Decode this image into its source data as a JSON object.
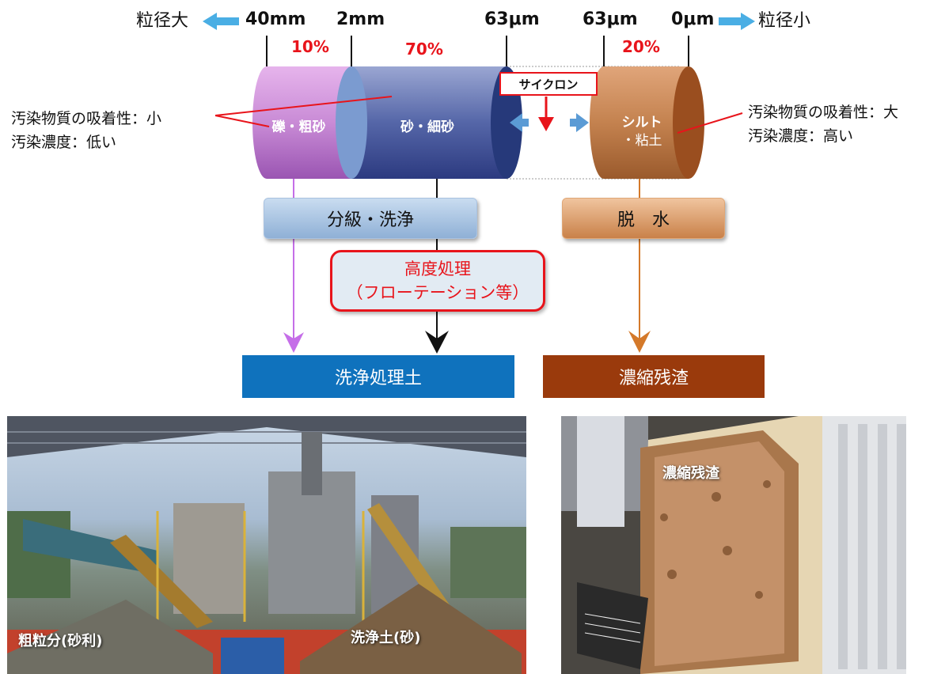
{
  "scale": {
    "left_label": "粒径大",
    "right_label": "粒径小",
    "ticks": [
      "40mm",
      "2mm",
      "63μm",
      "63μm",
      "0μm"
    ]
  },
  "fractions": {
    "gravel_pct": "10%",
    "sand_pct": "70%",
    "silt_pct": "20%",
    "gravel_label": "礫・粗砂",
    "sand_label": "砂・細砂",
    "silt_label_1": "シルト",
    "silt_label_2": "・粘土",
    "cyclone": "サイクロン"
  },
  "notes": {
    "left_line1": "汚染物質の吸着性：小",
    "left_line2": "汚染濃度：低い",
    "right_line1": "汚染物質の吸着性：大",
    "right_line2": "汚染濃度：高い"
  },
  "process": {
    "wash": "分級・洗浄",
    "dewater": "脱　水",
    "advanced_line1": "高度処理",
    "advanced_line2": "（フローテーション等）"
  },
  "results": {
    "washed_soil": "洗浄処理土",
    "residue": "濃縮残渣"
  },
  "photos": {
    "coarse_label": "粗粒分(砂利)",
    "sand_label": "洗浄土(砂)",
    "residue_label": "濃縮残渣"
  },
  "colors": {
    "scale_arrow": "#4aaee4",
    "percent": "#e8141b",
    "gravel": "#c07fd0",
    "sand": "#3d4f99",
    "silt": "#b8733f",
    "washed_box": "#0f72bd",
    "residue_box": "#9a3a0c"
  }
}
